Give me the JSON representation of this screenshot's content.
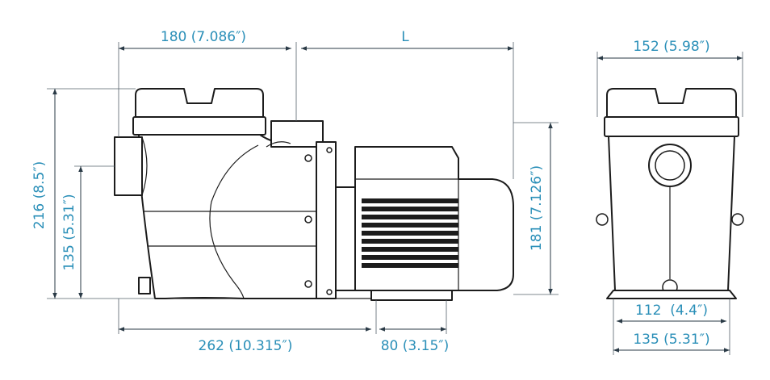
{
  "dimensions": {
    "top_left_width": "180 (7.086″)",
    "top_motor_length": "L",
    "side_width": "152 (5.98″)",
    "total_height": "216 (8.5″)",
    "inlet_height": "135 (5.31″)",
    "motor_height": "181 (7.126″)",
    "base_length": "262 (10.315″)",
    "motor_foot": "80 (3.15″)",
    "side_foot_inner": "112  (4.4″)",
    "side_foot_outer": "135 (5.31″)"
  },
  "colors": {
    "label": "#2a8fb8",
    "line": "#2a3a46",
    "outline": "#1c1c1c"
  }
}
